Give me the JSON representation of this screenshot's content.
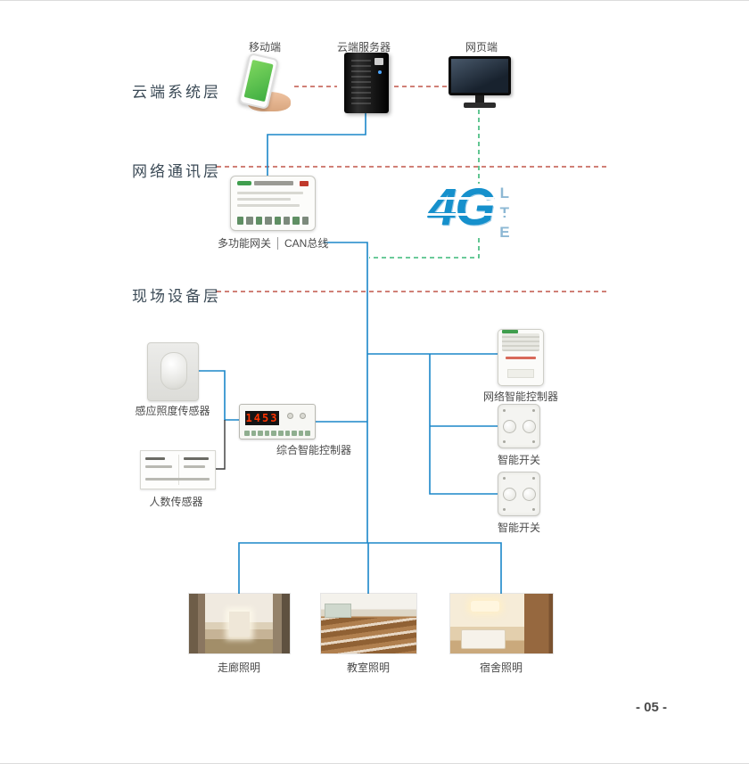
{
  "layers": {
    "cloud": "云端系统层",
    "network": "网络通讯层",
    "field": "现场设备层"
  },
  "cloud": {
    "mobile": "移动端",
    "server": "云端服务器",
    "web": "网页端"
  },
  "network": {
    "gateway": "多功能网关",
    "bus": "CAN总线",
    "logo_4g": "4G",
    "logo_lte": "LTE"
  },
  "field": {
    "illuminance_sensor": "感应照度传感器",
    "people_sensor": "人数传感器",
    "integrated_controller": "综合智能控制器",
    "controller_display": "1453",
    "network_controller": "网络智能控制器",
    "smart_switch_1": "智能开关",
    "smart_switch_2": "智能开关",
    "scene_corridor": "走廊照明",
    "scene_classroom": "教室照明",
    "scene_dorm": "宿舍照明"
  },
  "page": {
    "number": "- 05 -"
  },
  "colors": {
    "blue_line": "#1b87c9",
    "orange_dash": "#c0574a",
    "green_dash": "#3cb878",
    "dark_line": "#3a3a3a",
    "accent_4g": "#1590cc"
  }
}
